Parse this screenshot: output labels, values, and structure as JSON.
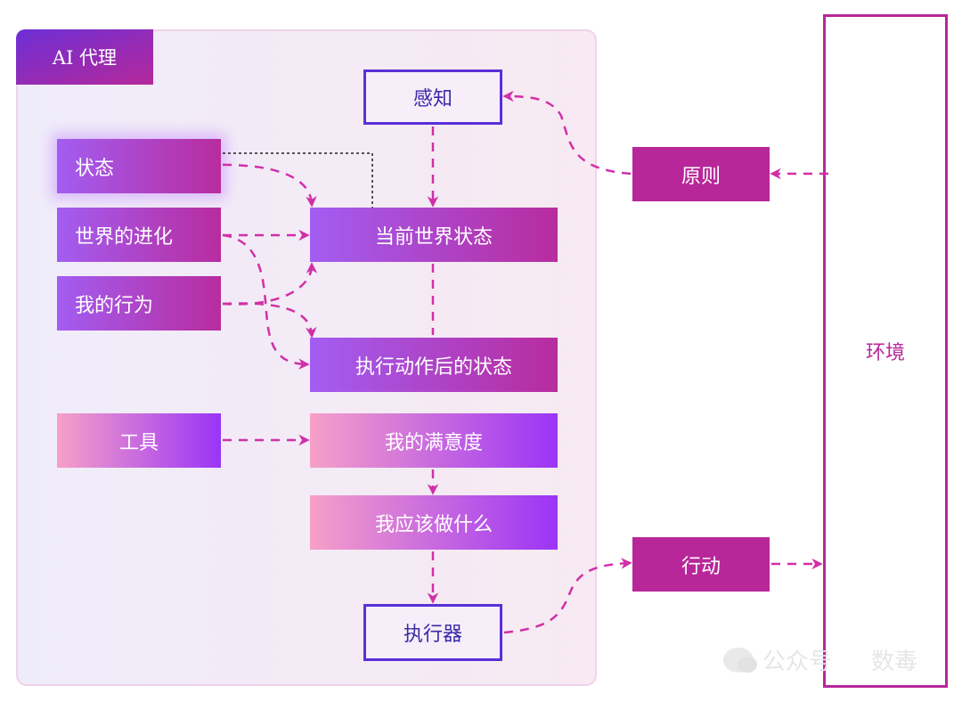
{
  "agent": {
    "title": "AI 代理"
  },
  "perception": "感知",
  "inputs": {
    "state": "状态",
    "world_evolution": "世界的进化",
    "my_actions": "我的行为",
    "tools": "工具"
  },
  "pipeline": {
    "current_state": "当前世界状态",
    "after_action": "执行动作后的状态",
    "satisfaction": "我的满意度",
    "what_to_do": "我应该做什么"
  },
  "executor": "执行器",
  "principles": "原则",
  "action": "行动",
  "environment": "环境",
  "watermark": {
    "left": "公众号",
    "right": "数毒"
  },
  "colors": {
    "accent_magenta": "#b8279a",
    "accent_purple": "#5a2fd8",
    "arrow": "#d02fa8",
    "dotted": "#222222"
  }
}
